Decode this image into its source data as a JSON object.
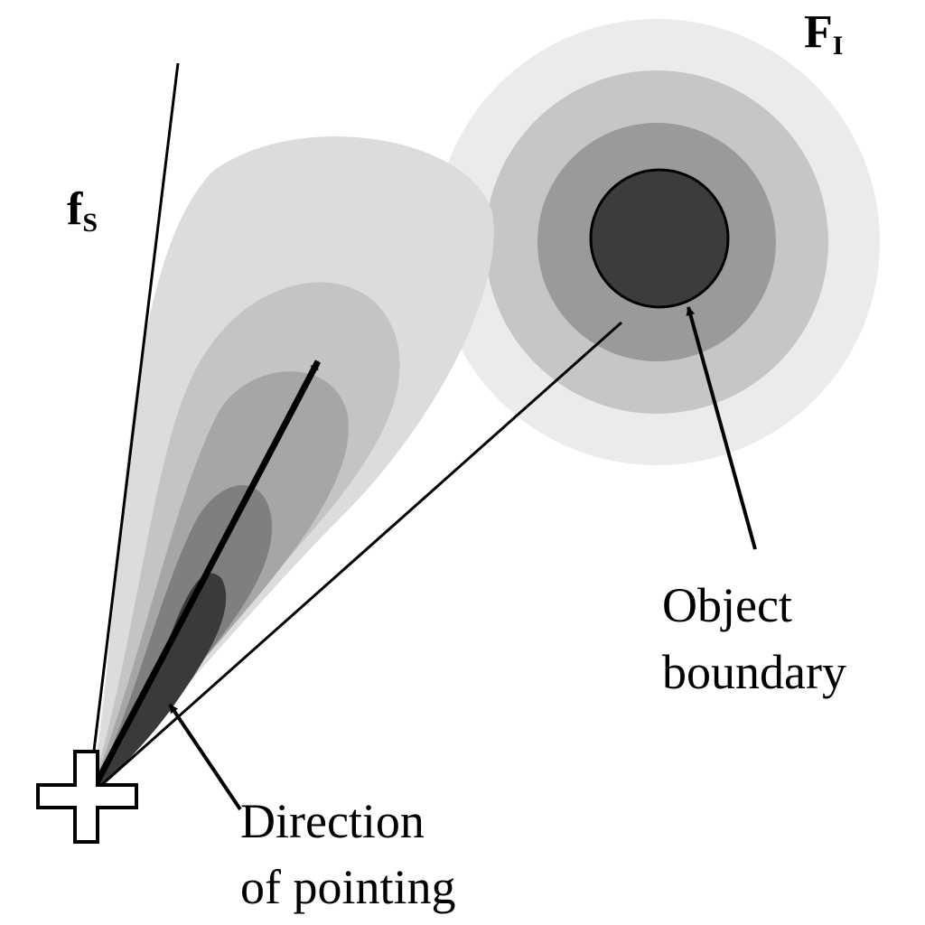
{
  "labels": {
    "intrinsic_field_symbol": "F",
    "intrinsic_field_subscript": "I",
    "spatial_field_symbol": "f",
    "spatial_field_subscript": "S",
    "object_boundary_line1": "Object",
    "object_boundary_line2": "boundary",
    "direction_line1": "Direction",
    "direction_line2": "of pointing"
  },
  "colors": {
    "background": "#ffffff",
    "ink": "#000000",
    "lobe_levels": [
      "#dcdcdc",
      "#c4c4c4",
      "#a6a6a6",
      "#7f7f7f",
      "#3a3a3a"
    ],
    "ring_levels": [
      "#ebebeb",
      "#c6c6c6",
      "#9a9a9a",
      "#3c3c3c"
    ]
  }
}
